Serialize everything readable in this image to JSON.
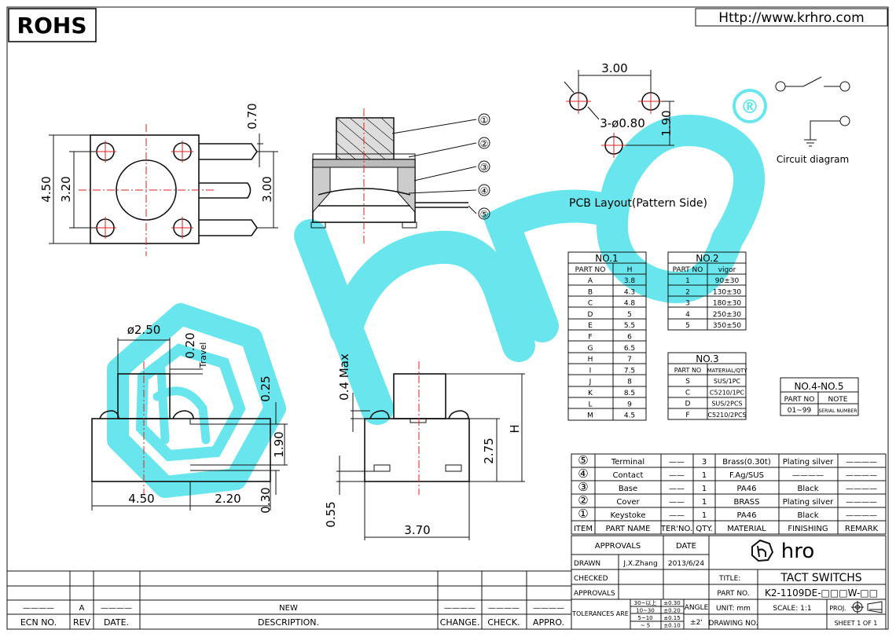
{
  "header": {
    "rohs": "ROHS",
    "url": "Http://www.krhro.com"
  },
  "watermark": {
    "text": "hro",
    "registered": "®",
    "color": "#3fe0e8"
  },
  "colors": {
    "centerline": "#dd2222",
    "ink": "#111111",
    "watermark": "#3fe0e8"
  },
  "top_view": {
    "w": "4.50",
    "inner": "3.20",
    "pin_h": "3.00",
    "pin_t": "0.70"
  },
  "section_callouts": [
    "①",
    "②",
    "③",
    "④",
    "⑤"
  ],
  "pcb": {
    "pitch": "3.00",
    "holes": "3-ø0.80",
    "vert": "1.90",
    "caption": "PCB Layout(Pattern Side)"
  },
  "circuit": {
    "caption": "Circuit diagram"
  },
  "side_view": {
    "dia": "ø2.50",
    "travel": "0.20",
    "travel_label": "Travel",
    "d025": "0.25",
    "d190": "1.90",
    "d030": "0.30",
    "w": "4.50",
    "pin": "2.20"
  },
  "front_view": {
    "max": "0.4 Max",
    "h": "H",
    "d275": "2.75",
    "d055": "0.55",
    "w": "3.70"
  },
  "no1": {
    "title": "NO.1",
    "headers": [
      "PART NO",
      "H"
    ],
    "rows": [
      [
        "A",
        "3.8"
      ],
      [
        "B",
        "4.3"
      ],
      [
        "C",
        "4.8"
      ],
      [
        "D",
        "5"
      ],
      [
        "E",
        "5.5"
      ],
      [
        "F",
        "6"
      ],
      [
        "G",
        "6.5"
      ],
      [
        "H",
        "7"
      ],
      [
        "I",
        "7.5"
      ],
      [
        "J",
        "8"
      ],
      [
        "K",
        "8.5"
      ],
      [
        "L",
        "9"
      ],
      [
        "M",
        "4.5"
      ]
    ]
  },
  "no2": {
    "title": "NO.2",
    "headers": [
      "PART NO",
      "vigor"
    ],
    "rows": [
      [
        "1",
        "90±30"
      ],
      [
        "2",
        "130±30"
      ],
      [
        "3",
        "180±30"
      ],
      [
        "4",
        "250±30"
      ],
      [
        "5",
        "350±50"
      ]
    ]
  },
  "no3": {
    "title": "NO.3",
    "headers": [
      "PART NO",
      "MATERIAL/QTY"
    ],
    "rows": [
      [
        "S",
        "SUS/1PC"
      ],
      [
        "C",
        "C5210/1PC"
      ],
      [
        "D",
        "SUS/2PCS"
      ],
      [
        "F",
        "C5210/2PCS"
      ]
    ]
  },
  "no45": {
    "title": "NO.4-NO.5",
    "headers": [
      "PART NO",
      "NOTE"
    ],
    "rows": [
      [
        "01~99",
        "SERIAL NUMBER"
      ]
    ]
  },
  "bom": {
    "rows": [
      {
        "item": "⑤",
        "name": "Terminal",
        "ter": "——",
        "qty": "3",
        "material": "Brass(0.30t)",
        "finishing": "Plating silver",
        "remark": "————"
      },
      {
        "item": "④",
        "name": "Contact",
        "ter": "——",
        "qty": "1",
        "material": "F.Ag/SUS",
        "finishing": "————",
        "remark": "————"
      },
      {
        "item": "③",
        "name": "Base",
        "ter": "——",
        "qty": "1",
        "material": "PA46",
        "finishing": "Black",
        "remark": "————"
      },
      {
        "item": "②",
        "name": "Cover",
        "ter": "——",
        "qty": "1",
        "material": "BRASS",
        "finishing": "Plating silver",
        "remark": "————"
      },
      {
        "item": "①",
        "name": "Keystoke",
        "ter": "——",
        "qty": "1",
        "material": "PA46",
        "finishing": "Black",
        "remark": "————"
      }
    ],
    "headers": {
      "item": "ITEM",
      "name": "PART NAME",
      "ter": "TER'NO.",
      "qty": "QTY.",
      "material": "MATERIAL",
      "finishing": "FINISHING",
      "remark": "REMARK"
    }
  },
  "title_block": {
    "approvals": "APPROVALS",
    "date": "DATE",
    "drawn": "DRAWN",
    "drawn_by": "J.X.Zhang",
    "drawn_date": "2013/6/24",
    "checked": "CHECKED",
    "approvals2": "APPROVALS",
    "title_label": "TITLE:",
    "title": "TACT SWITCHS",
    "partno_label": "PART NO.",
    "partno": "K2-1109DE-□□□W-□□",
    "unit": "UNIT: mm",
    "scale": "SCALE:  1:1",
    "proj": "PROJ.",
    "drawing_no": "DRAWING NO.",
    "sheet": "SHEET  1 OF 1",
    "tol_label": "TOLERANCES ARE",
    "angle": "ANGLE",
    "angle_val": "±2'",
    "tol_ranges": [
      "30~以上",
      "10~30",
      "5~10",
      "~ 5"
    ],
    "tol_vals": [
      "±0.30",
      "±0.20",
      "±0.15",
      "±0.10"
    ],
    "logo": "hro"
  },
  "revision": {
    "row_ecn": "————",
    "row_rev": "A",
    "row_date": "————",
    "row_desc": "NEW",
    "row_change": "————",
    "row_check": "————",
    "row_appro": "————",
    "headers": {
      "ecn": "ECN NO.",
      "rev": "REV",
      "date": "DATE.",
      "desc": "DESCRIPTION.",
      "change": "CHANGE.",
      "check": "CHECK.",
      "appro": "APPRO."
    }
  }
}
